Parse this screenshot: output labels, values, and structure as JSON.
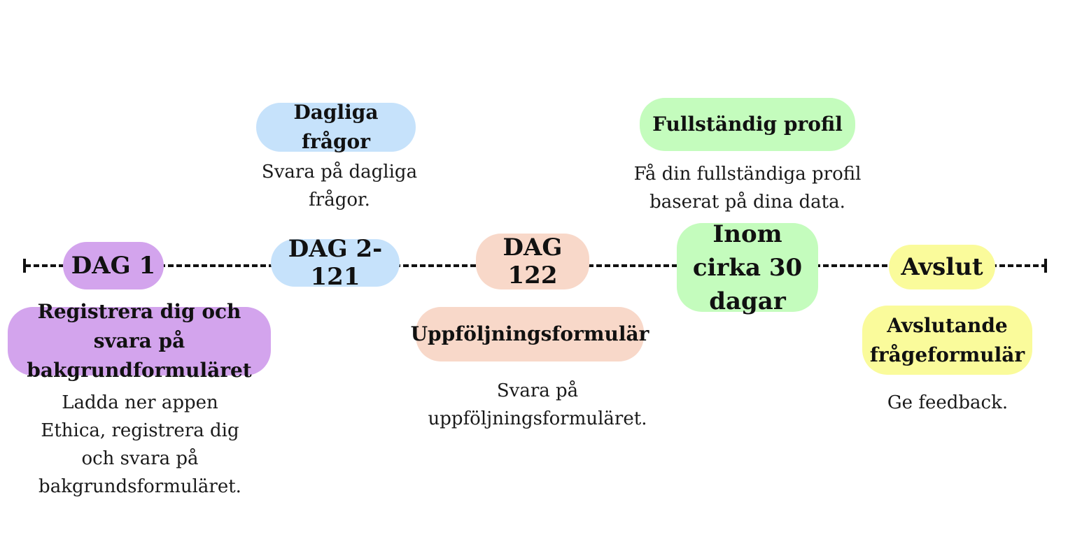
{
  "colors": {
    "purple": "#d3a4ed",
    "blue": "#c6e2fb",
    "peach": "#f8d8c9",
    "green": "#c4fcbd",
    "yellow": "#fafb9b",
    "line": "#111111"
  },
  "milestones": [
    {
      "day": "DAG 1",
      "title": "Registrera dig och svara på bakgrundformuläret",
      "description": "Ladda ner appen Ethica, registrera dig och svara på bakgrundsformuläret."
    },
    {
      "day": "DAG 2-121",
      "title": "Dagliga frågor",
      "description": "Svara på dagliga frågor."
    },
    {
      "day": "DAG 122",
      "title": "Uppföljningsformulär",
      "description": "Svara på uppföljningsformuläret."
    },
    {
      "day": "Inom cirka 30 dagar",
      "title": "Fullständig profil",
      "description": "Få din fullständiga profil baserat på dina data."
    },
    {
      "day": "Avslut",
      "title": "Avslutande frågeformulär",
      "description": "Ge feedback."
    }
  ]
}
